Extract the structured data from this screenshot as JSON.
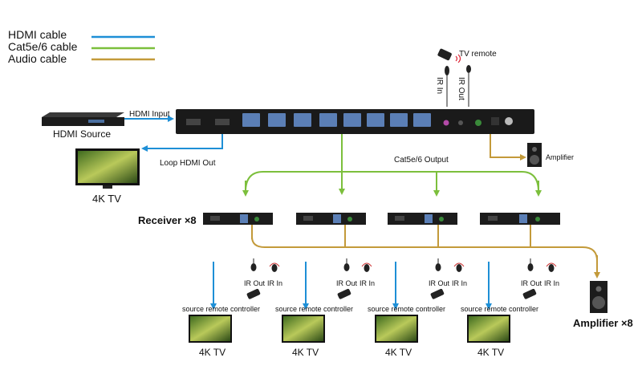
{
  "legend": [
    {
      "label": "HDMI cable",
      "color": "#1e8fd6"
    },
    {
      "label": "Cat5e/6 cable",
      "color": "#7cbf3c"
    },
    {
      "label": "Audio cable",
      "color": "#c39a3a"
    }
  ],
  "labels": {
    "tv_remote": "TV remote",
    "ir_in": "IR In",
    "ir_out": "IR Out",
    "hdmi_input": "HDMI Input",
    "hdmi_source": "HDMI Source",
    "loop_hdmi_out": "Loop HDMI Out",
    "tv": "4K TV",
    "amplifier": "Amplifier",
    "cat_output": "Cat5e/6 Output",
    "receiver": "Receiver ×8",
    "amplifier_x8": "Amplifier ×8",
    "source_remote": "source remote controller",
    "rx_ir_out": "IR Out",
    "rx_ir_in": "IR In"
  },
  "colors": {
    "hdmi": "#1e8fd6",
    "cat": "#7cbf3c",
    "audio": "#c39a3a",
    "device": "#1a1a1a"
  }
}
